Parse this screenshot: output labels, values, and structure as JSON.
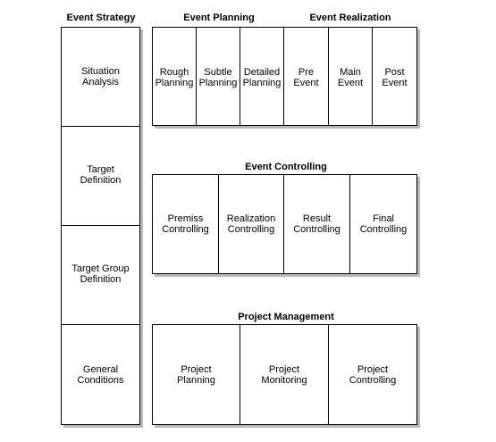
{
  "headers": {
    "event_strategy": "Event Strategy",
    "event_planning": "Event Planning",
    "event_realization": "Event Realization",
    "event_controlling": "Event Controlling",
    "project_management": "Project Management"
  },
  "strategy": {
    "items": [
      "Situation\nAnalysis",
      "Target\nDefinition",
      "Target Group\nDefinition",
      "General\nConditions"
    ]
  },
  "planning_realization": {
    "items": [
      "Rough\nPlanning",
      "Subtle\nPlanning",
      "Detailed\nPlanning",
      "Pre\nEvent",
      "Main\nEvent",
      "Post\nEvent"
    ]
  },
  "controlling": {
    "items": [
      "Premiss\nControlling",
      "Realization\nControlling",
      "Result\nControlling",
      "Final\nControlling"
    ]
  },
  "project": {
    "items": [
      "Project\nPlanning",
      "Project\nMonitoring",
      "Project\nControlling"
    ]
  }
}
